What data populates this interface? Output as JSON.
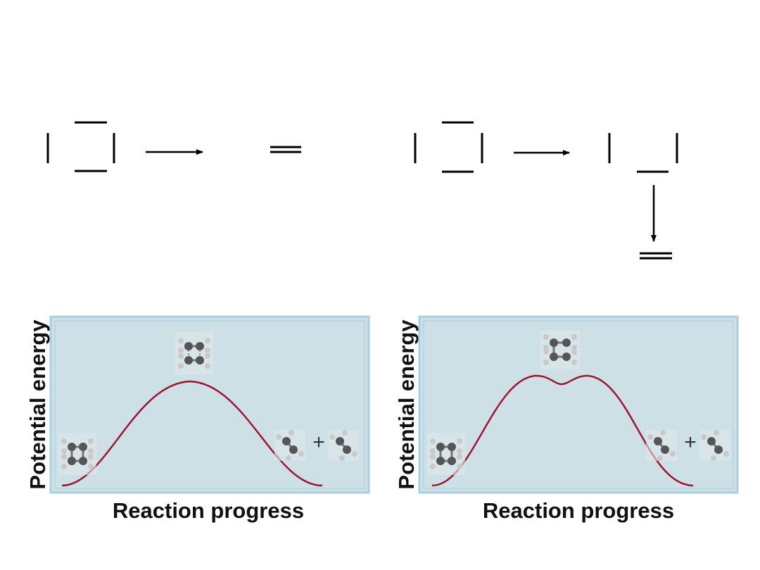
{
  "colors": {
    "line": "#000000",
    "panel_fill": "#cde0e6",
    "panel_border": "#a9cfe0",
    "curve": "#a0142f",
    "atom_carbon": "#555555",
    "atom_hydrogen": "#c9c9c9"
  },
  "schemes": [
    {
      "name": "concerted",
      "reactant": "cyclobutane",
      "product": "ethylene",
      "arrow": "right-arrow"
    },
    {
      "name": "stepwise",
      "reactant": "cyclobutane",
      "intermediate": "tetramethylene-diradical",
      "product": "ethylene",
      "arrows": [
        "right-arrow",
        "down-arrow"
      ]
    }
  ],
  "panels": [
    {
      "name": "concerted",
      "ylabel": "Potential energy",
      "xlabel": "Reaction progress",
      "plus": "+",
      "curve_shape": "single-maximum",
      "molecules": [
        "cyclobutane",
        "transition-state",
        "ethylene",
        "ethylene"
      ]
    },
    {
      "name": "stepwise",
      "ylabel": "Potential energy",
      "xlabel": "Reaction progress",
      "plus": "+",
      "curve_shape": "double-maximum-with-intermediate",
      "molecules": [
        "cyclobutane",
        "diradical-intermediate",
        "ethylene",
        "ethylene"
      ]
    }
  ]
}
